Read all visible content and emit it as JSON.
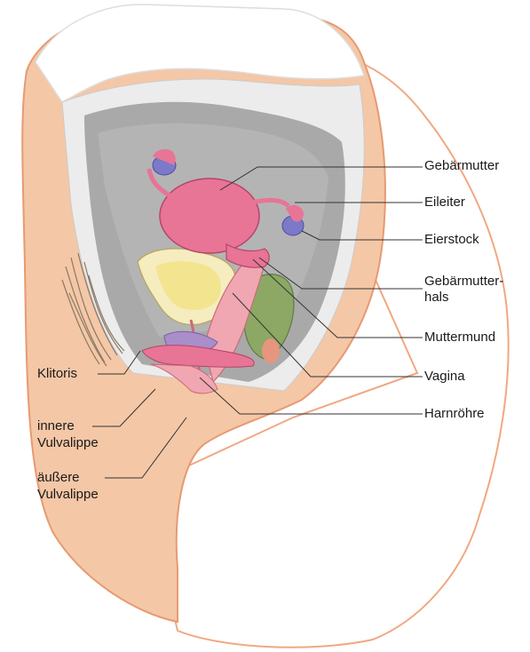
{
  "diagram": {
    "labels_right": [
      {
        "id": "gebaermutter",
        "text": "Gebärmutter"
      },
      {
        "id": "eileiter",
        "text": "Eileiter"
      },
      {
        "id": "eierstock",
        "text": "Eierstock"
      },
      {
        "id": "gebaermutterhals_1",
        "text": "Gebärmutter-"
      },
      {
        "id": "gebaermutterhals_2",
        "text": "hals"
      },
      {
        "id": "muttermund",
        "text": "Muttermund"
      },
      {
        "id": "vagina",
        "text": "Vagina"
      },
      {
        "id": "harnroehre",
        "text": "Harnröhre"
      }
    ],
    "labels_left": [
      {
        "id": "klitoris",
        "text": "Klitoris"
      },
      {
        "id": "innere_1",
        "text": "innere"
      },
      {
        "id": "innere_2",
        "text": "Vulvalippe"
      },
      {
        "id": "aeussere_1",
        "text": "äußere"
      },
      {
        "id": "aeussere_2",
        "text": "Vulvalippe"
      }
    ],
    "colors": {
      "skin": "#f4c7a6",
      "skin_outline": "#e79a72",
      "cavity": "#a9a9a9",
      "cavity_light": "#e7e7e7",
      "uterus": "#e87496",
      "ovary": "#7b79c8",
      "bladder_yellow": "#f3e58f",
      "rectum_green": "#8ca864",
      "vagina_pink": "#f0a7b1",
      "pubic_hair": "#8a7965"
    }
  }
}
